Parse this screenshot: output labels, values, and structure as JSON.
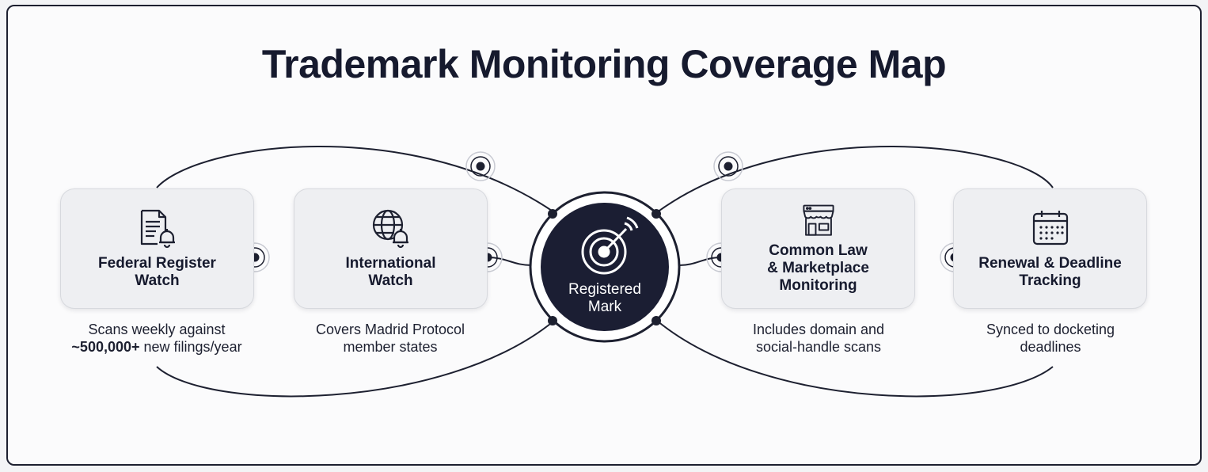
{
  "title": "Trademark Monitoring Coverage Map",
  "hub": {
    "label": "Registered\nMark",
    "icon": "radar-target-icon"
  },
  "nodes": [
    {
      "id": "federal",
      "label": "Federal Register\nWatch",
      "icon": "document-bell-icon",
      "desc_prefix": "Scans weekly against",
      "desc_bold": "~500,000+",
      "desc_suffix": " new filings/year"
    },
    {
      "id": "international",
      "label": "International\nWatch",
      "icon": "globe-bell-icon",
      "desc": "Covers Madrid Protocol\nmember states"
    },
    {
      "id": "common-law",
      "label": "Common Law\n& Marketplace\nMonitoring",
      "icon": "storefront-icon",
      "desc": "Includes domain and\nsocial-handle scans"
    },
    {
      "id": "renewal",
      "label": "Renewal & Deadline\nTracking",
      "icon": "calendar-icon",
      "desc": "Synced to docketing\ndeadlines"
    }
  ],
  "colors": {
    "dark": "#1b1e33",
    "card": "#eeeff2",
    "line": "#1d2030"
  }
}
